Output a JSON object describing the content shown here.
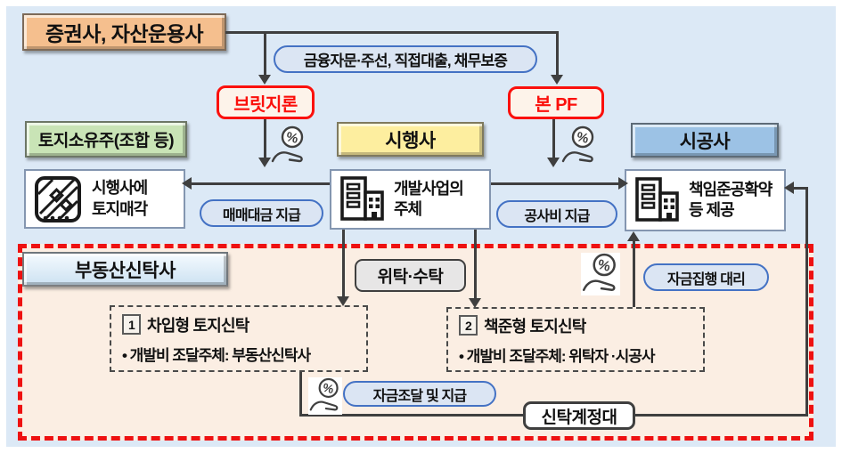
{
  "diagram": {
    "securities": "증권사, 자산운용사",
    "advisory": "금융자문·주선, 직접대출, 채무보증",
    "bridge_loan": "브릿지론",
    "main_pf": "본 PF",
    "landowner": "토지소유주(조합 등)",
    "developer": "시행사",
    "constructor": "시공사",
    "land_sale_line1": "시행사에",
    "land_sale_line2": "토지매각",
    "dev_subject_line1": "개발사업의",
    "dev_subject_line2": "주체",
    "completion_line1": "책임준공확약",
    "completion_line2": "등 제공",
    "payment_land": "매매대금 지급",
    "payment_construction": "공사비 지급",
    "trust_company": "부동산신탁사",
    "entrust": "위탁·수탁",
    "trust_type1_num": "1",
    "trust_type1_title": "차입형 토지신탁",
    "trust_type1_desc": "• 개발비 조달주체: 부동산신탁사",
    "trust_type2_num": "2",
    "trust_type2_title": "책준형 토지신탁",
    "trust_type2_desc": "• 개발비 조달주체: 위탁자 ·시공사",
    "funding": "자금조달 및 지급",
    "execution": "자금집행 대리",
    "trust_account": "신탁계정대",
    "percent_symbol": "%"
  },
  "colors": {
    "background": "#dce9f6",
    "panel_fill": "#fbeee3",
    "panel_dashed_border": "#ee1111",
    "securities_fill": "#f5bf8e",
    "landowner_fill": "#c9e4b6",
    "developer_fill": "#fdee9f",
    "constructor_fill": "#9cc2e5",
    "trust_company_fill": "#d8e9f6",
    "pill_fill": "#dbe5f3",
    "pill_border": "#4472c4",
    "loan_border": "#fb100c",
    "loan_fill": "#fdf3ea",
    "entity_border": "#8496b0",
    "line_color": "#3f3f3f",
    "gray_fill": "#e7e6e6"
  }
}
